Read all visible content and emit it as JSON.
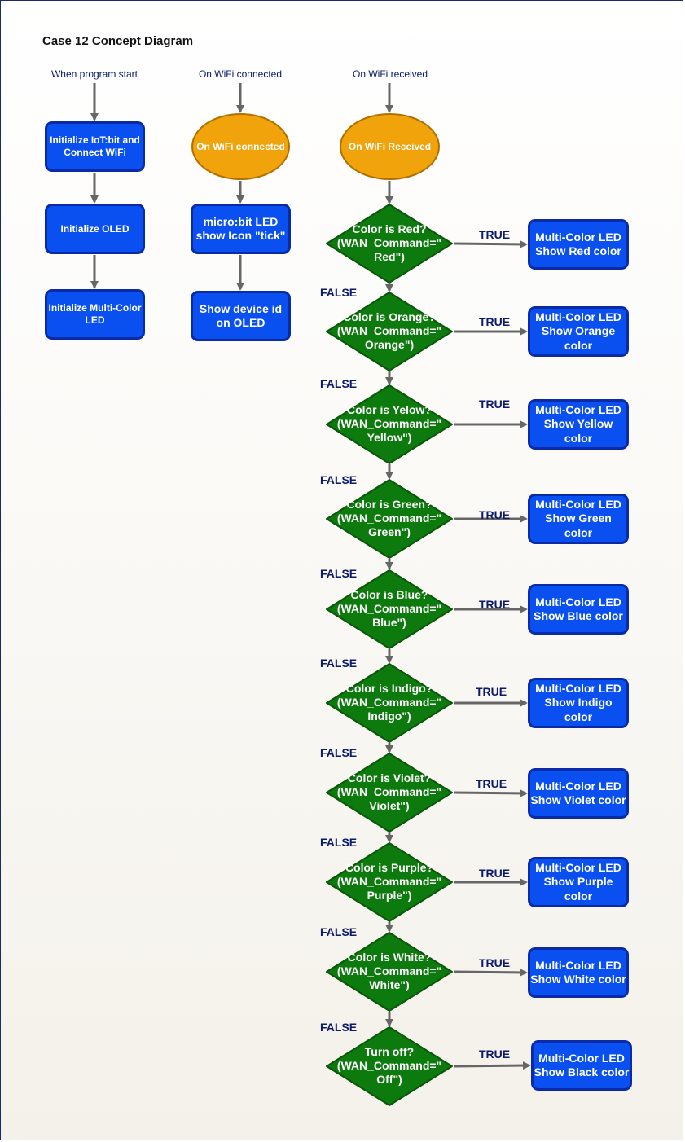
{
  "title": "Case 12 Concept Diagram",
  "columns": {
    "start": {
      "label": "When program start",
      "steps": [
        "Initialize IoT:bit and Connect WiFi",
        "Initialize OLED",
        "Initialize Multi-Color LED"
      ]
    },
    "connected": {
      "label": "On WiFi connected",
      "event": "On WiFi connected",
      "steps": [
        "micro:bit LED show Icon \"tick\"",
        "Show device id on OLED"
      ]
    },
    "received": {
      "label": "On WiFi received",
      "event": "On WiFi Received"
    }
  },
  "true_label": "TRUE",
  "false_label": "FALSE",
  "decisions": [
    {
      "condition": "Color is Red?\n(WAN_Command=\"\nRed\")",
      "action": "Multi-Color LED Show Red color"
    },
    {
      "condition": "Color is Orange?\n(WAN_Command=\"\nOrange\")",
      "action": "Multi-Color LED Show Orange color"
    },
    {
      "condition": "Color is Yelow?\n(WAN_Command=\"\nYellow\")",
      "action": "Multi-Color LED Show Yellow color"
    },
    {
      "condition": "Color is Green?\n(WAN_Command=\"\nGreen\")",
      "action": "Multi-Color LED Show Green color"
    },
    {
      "condition": "Color is Blue?\n(WAN_Command=\"\nBlue\")",
      "action": "Multi-Color LED Show Blue color"
    },
    {
      "condition": "Color is Indigo?\n(WAN_Command=\"\nIndigo\")",
      "action": "Multi-Color LED Show Indigo color"
    },
    {
      "condition": "Color is Violet?\n(WAN_Command=\"\nViolet\")",
      "action": "Multi-Color LED Show Violet color"
    },
    {
      "condition": "Color is Purple?\n(WAN_Command=\"\nPurple\")",
      "action": "Multi-Color LED Show Purple color"
    },
    {
      "condition": "Color is White?\n(WAN_Command=\"\nWhite\")",
      "action": "Multi-Color LED Show White color"
    },
    {
      "condition": "Turn off?\n(WAN_Command=\"\nOff\")",
      "action": "Multi-Color LED Show Black color"
    }
  ],
  "colors": {
    "process_fill": "#0a4ff0",
    "process_border": "#0b2aa8",
    "event_fill": "#f0a30a",
    "decision_fill": "#0d7a0d",
    "decision_border": "#0a560a",
    "arrow": "#666666",
    "label_text": "#0b1a6a"
  }
}
